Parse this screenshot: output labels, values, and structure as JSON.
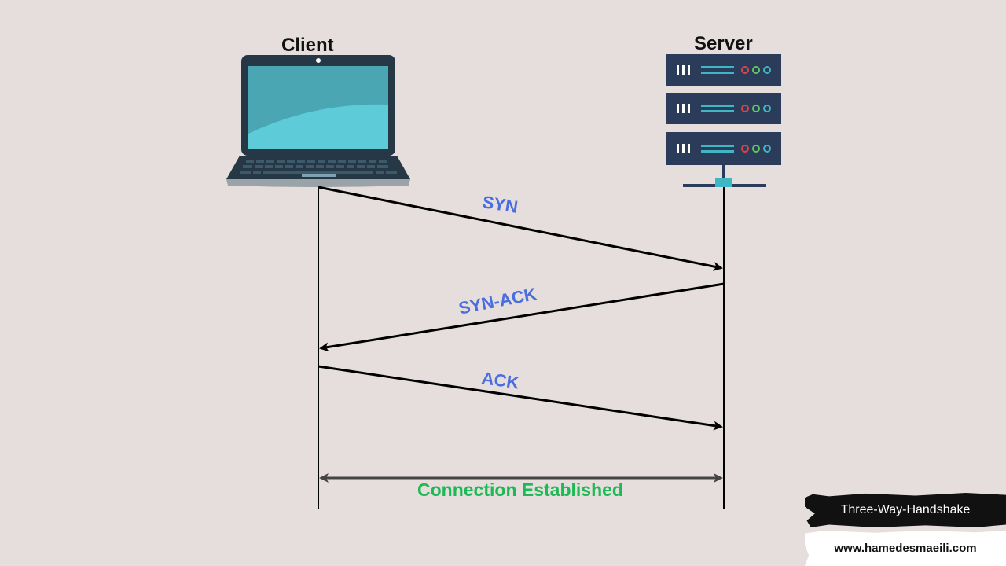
{
  "nodes": {
    "client": "Client",
    "server": "Server"
  },
  "messages": {
    "syn": "SYN",
    "syn_ack": "SYN-ACK",
    "ack": "ACK"
  },
  "connection": "Connection Established",
  "branding": {
    "title": "Three-Way-Handshake",
    "website": "www.hamedesmaeili.com"
  },
  "colors": {
    "background": "#e6dedd",
    "message_text": "#4a6ee0",
    "connection_text": "#1db954",
    "laptop_body": "#263746",
    "laptop_screen": "#4aa6b3",
    "server_unit": "#2b3c5a",
    "server_accent": "#3fb6c4"
  },
  "icons": {
    "client": "laptop-icon",
    "server": "server-rack-icon"
  }
}
